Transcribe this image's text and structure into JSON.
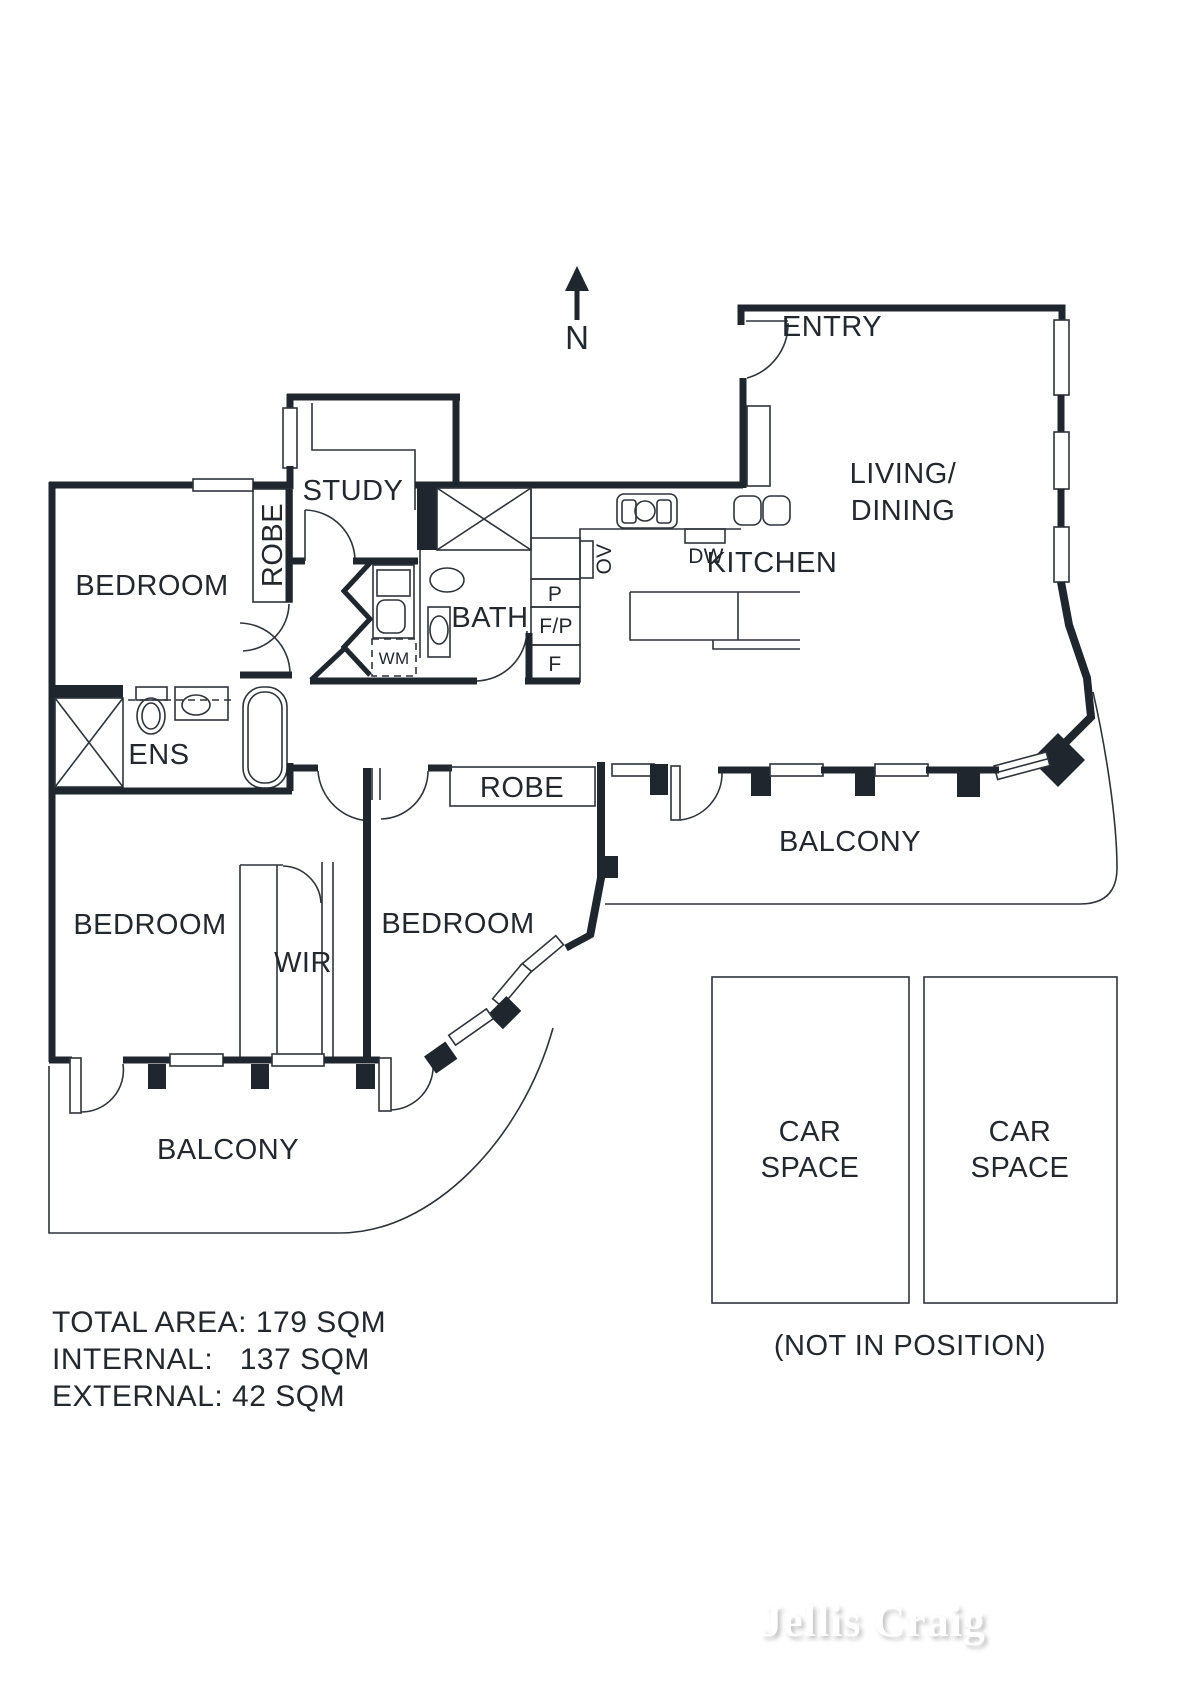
{
  "compass": {
    "north_label": "N"
  },
  "rooms": {
    "entry": "ENTRY",
    "living_line1": "LIVING/",
    "living_line2": "DINING",
    "study": "STUDY",
    "kitchen": "KITCHEN",
    "bedroom_nw": "BEDROOM",
    "bedroom_sw": "BEDROOM",
    "bedroom_s": "BEDROOM",
    "robe_nw": "ROBE",
    "robe_hall": "ROBE",
    "bath": "BATH",
    "ens": "ENS",
    "wir": "WIR",
    "balcony_upper": "BALCONY",
    "balcony_lower": "BALCONY",
    "car_space_left_line1": "CAR",
    "car_space_left_line2": "SPACE",
    "car_space_right_line1": "CAR",
    "car_space_right_line2": "SPACE"
  },
  "appliances": {
    "oven": "OV",
    "dishwasher": "DW",
    "pantry": "P",
    "fridge_pantry": "F/P",
    "fridge": "F",
    "washing_machine": "WM"
  },
  "areas": {
    "total": "TOTAL AREA: 179 SQM",
    "internal": "INTERNAL:   137 SQM",
    "external": "EXTERNAL: 42 SQM"
  },
  "notes": {
    "car_note": "(NOT IN POSITION)"
  },
  "watermark": "Jellis Craig",
  "colors": {
    "wall": "#20262e",
    "thin_line": "#2e343b",
    "text": "#23282f",
    "watermark_shadow": "#c4c4c4"
  }
}
